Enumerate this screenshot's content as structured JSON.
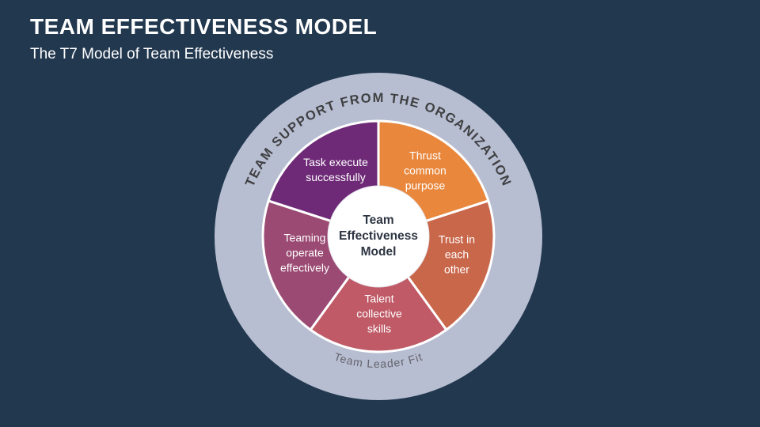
{
  "slide": {
    "title": "TEAM EFFECTIVENESS MODEL",
    "subtitle": "The T7 Model of Team Effectiveness"
  },
  "diagram": {
    "outer_ring_label_top": "TEAM SUPPORT FROM THE ORGANIZATION",
    "outer_ring_label_bottom": "Team Leader Fit",
    "center_label": "Team\nEffectiveness\nModel",
    "segments": [
      {
        "label": "Thrust\ncommon\npurpose",
        "color": "#E9873C",
        "position": "top-right"
      },
      {
        "label": "Trust in\neach\nother",
        "color": "#C9674B",
        "position": "right"
      },
      {
        "label": "Talent\ncollective\nskills",
        "color": "#BF5A66",
        "position": "bottom"
      },
      {
        "label": "Teaming\noperate\neffectively",
        "color": "#9B4A73",
        "position": "left"
      },
      {
        "label": "Task execute\nsuccessfully",
        "color": "#6E2A77",
        "position": "top-left"
      }
    ],
    "colors": {
      "background": "#22384F",
      "outer_ring": "#B8BED1",
      "center_circle": "#FFFFFF"
    }
  }
}
